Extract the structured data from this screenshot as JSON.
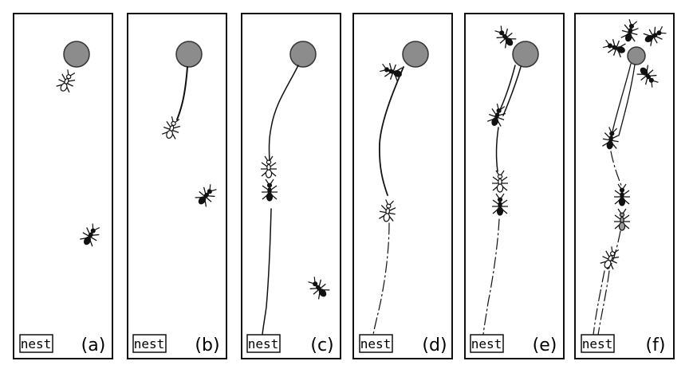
{
  "nest_label": "nest",
  "colors": {
    "food": "#8c8c8c",
    "ant_dark": "#111111",
    "ant_light": "#ffffff",
    "frame": "#111111"
  },
  "panels": [
    {
      "label": "(a)"
    },
    {
      "label": "(b)"
    },
    {
      "label": "(c)"
    },
    {
      "label": "(d)"
    },
    {
      "label": "(e)"
    },
    {
      "label": "(f)"
    }
  ]
}
